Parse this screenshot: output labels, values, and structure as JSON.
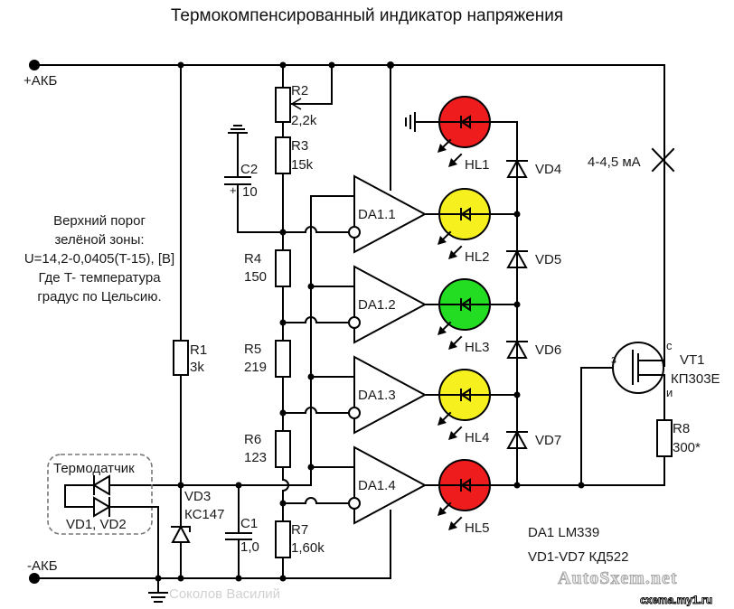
{
  "title": "Термокомпенсированный индикатор напряжения",
  "terminals": {
    "plus": "+АКБ",
    "minus": "-АКБ"
  },
  "note": {
    "lines": [
      "Верхний порог",
      "зелёной зоны:",
      "U=14,2-0,0405(T-15), [В]",
      "Где T- температура",
      "градус по Цельсию."
    ]
  },
  "components": {
    "R1": {
      "ref": "R1",
      "value": "3k"
    },
    "R2": {
      "ref": "R2",
      "value": "2,2k"
    },
    "R3": {
      "ref": "R3",
      "value": "15k"
    },
    "R4": {
      "ref": "R4",
      "value": "150"
    },
    "R5": {
      "ref": "R5",
      "value": "219"
    },
    "R6": {
      "ref": "R6",
      "value": "123"
    },
    "R7": {
      "ref": "R7",
      "value": "1,60k"
    },
    "R8": {
      "ref": "R8",
      "value": "300*"
    },
    "C1": {
      "ref": "C1",
      "value": "1,0"
    },
    "C2": {
      "ref": "C2",
      "value": "10",
      "polarity": "+"
    },
    "VD3": {
      "ref": "VD3",
      "value": "КС147"
    },
    "VT1": {
      "ref": "VT1",
      "value": "КП303Е",
      "pins": {
        "gate": "з",
        "drain": "с",
        "source": "и"
      }
    },
    "comparators": [
      "DA1.1",
      "DA1.2",
      "DA1.3",
      "DA1.4"
    ],
    "leds": [
      {
        "ref": "HL1",
        "color": "#ee1c1c"
      },
      {
        "ref": "HL2",
        "color": "#f5f01e"
      },
      {
        "ref": "HL3",
        "color": "#22dd22"
      },
      {
        "ref": "HL4",
        "color": "#f5f01e"
      },
      {
        "ref": "HL5",
        "color": "#ee1c1c"
      }
    ],
    "diodes": [
      "VD4",
      "VD5",
      "VD6",
      "VD7"
    ],
    "sensor": {
      "label": "Термодатчик",
      "refs": "VD1, VD2"
    }
  },
  "current_note": "4-4,5 мА",
  "parts_list": [
    "DA1 LM339",
    "VD1-VD7 КД522"
  ],
  "author": "Соколов Василий",
  "watermarks": [
    "AutoSxem.net",
    "cxema.my1.ru"
  ]
}
